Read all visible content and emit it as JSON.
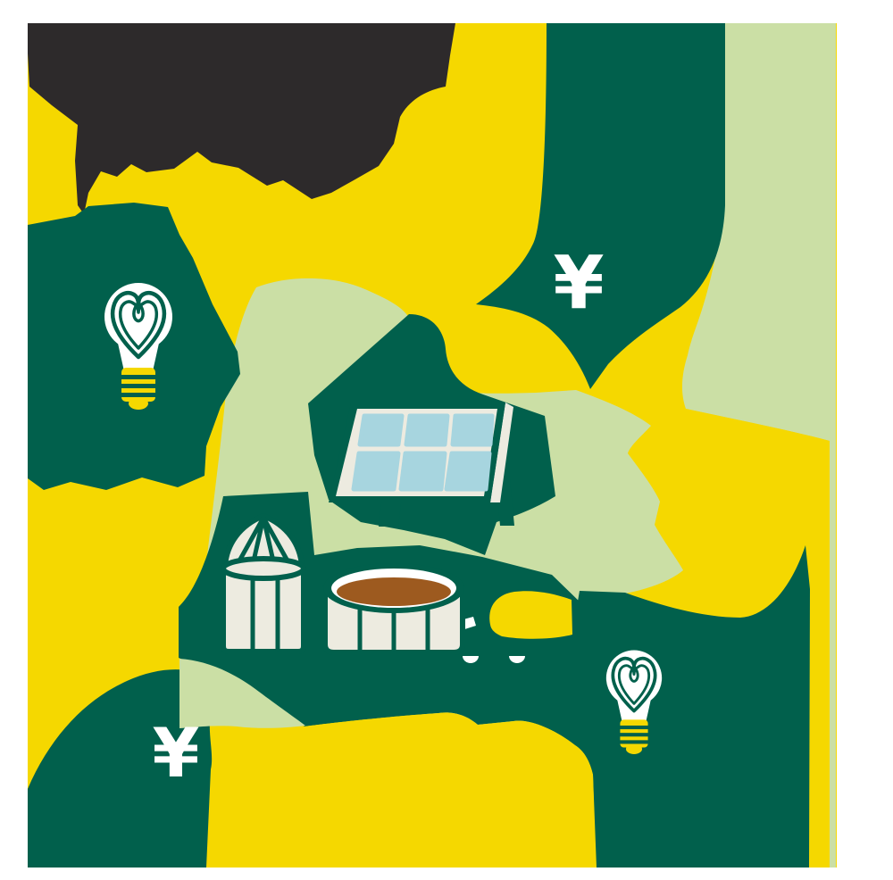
{
  "illustration": {
    "symbols": {
      "yen_top": "¥",
      "yen_bottom": "¥"
    },
    "icons": [
      "light-bulb-heart-icon-left",
      "light-bulb-heart-icon-right",
      "solar-panel-icon",
      "silo-tent-building-icon",
      "digester-tank-icon",
      "yen-symbol-top-right",
      "yen-symbol-bottom-left"
    ],
    "palette": {
      "charcoal": "#2d2a2b",
      "yellow": "#f5d800",
      "dark_green": "#01604c",
      "light_green": "#cbdfa5",
      "cream": "#edebe0",
      "panel_blue": "#a7d5df",
      "tank_brown": "#9d5a1f",
      "white": "#ffffff"
    }
  }
}
